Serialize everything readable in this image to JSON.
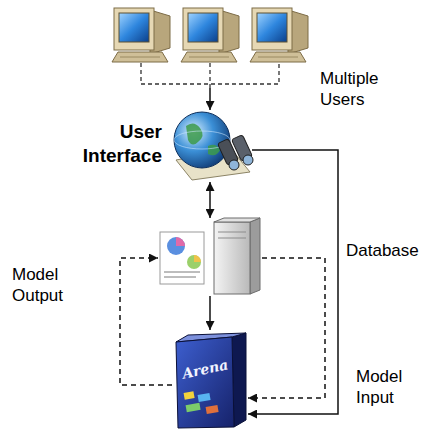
{
  "diagram": {
    "nodes": [
      {
        "text": [
          "Multiple Users"
        ]
      },
      {
        "text": [
          "User Interface"
        ]
      },
      {
        "text": [
          "Database"
        ]
      },
      {
        "text": [
          "Arena"
        ]
      }
    ],
    "edges": [
      {
        "from": 0,
        "to": 1,
        "arrow": "to"
      },
      {
        "from": 1,
        "to": 2,
        "arrow": "both"
      },
      {
        "from": 2,
        "to": 3,
        "arrow": "to"
      },
      {
        "from": 3,
        "to": 2,
        "arrow": "to",
        "label": "Model Output"
      },
      {
        "from": 2,
        "to": 3,
        "arrow": "to"
      },
      {
        "from": 1,
        "to": 3,
        "arrow": "to",
        "label": "Model Input"
      }
    ]
  }
}
